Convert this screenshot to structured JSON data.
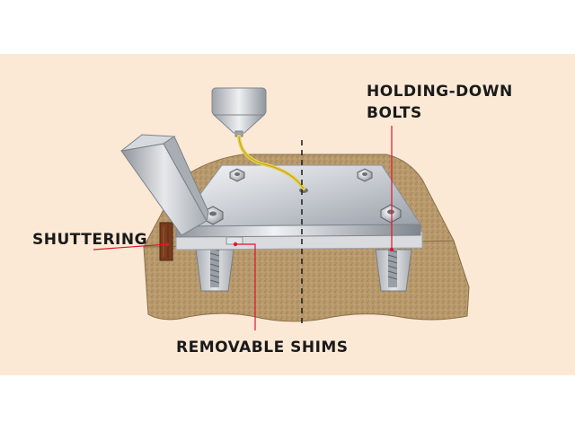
{
  "colors": {
    "background_band": "#fbe9d6",
    "soil": "#b99a6d",
    "soil_dark": "#9c7f56",
    "plate": "#c9cdd3",
    "leader": "#e0162b",
    "grout": "#e8d14a",
    "shuttering": "#7a3b1e",
    "label_text": "#1a1a1a"
  },
  "labels": {
    "holding_down_line1": "HOLDING-DOWN",
    "holding_down_line2": "BOLTS",
    "shuttering": "SHUTTERING",
    "removable_shims": "REMOVABLE SHIMS"
  },
  "icons": {
    "grout_hopper": "funnel-icon",
    "grout_chute": "chute-icon",
    "bolt_nut": "hex-nut-icon"
  }
}
